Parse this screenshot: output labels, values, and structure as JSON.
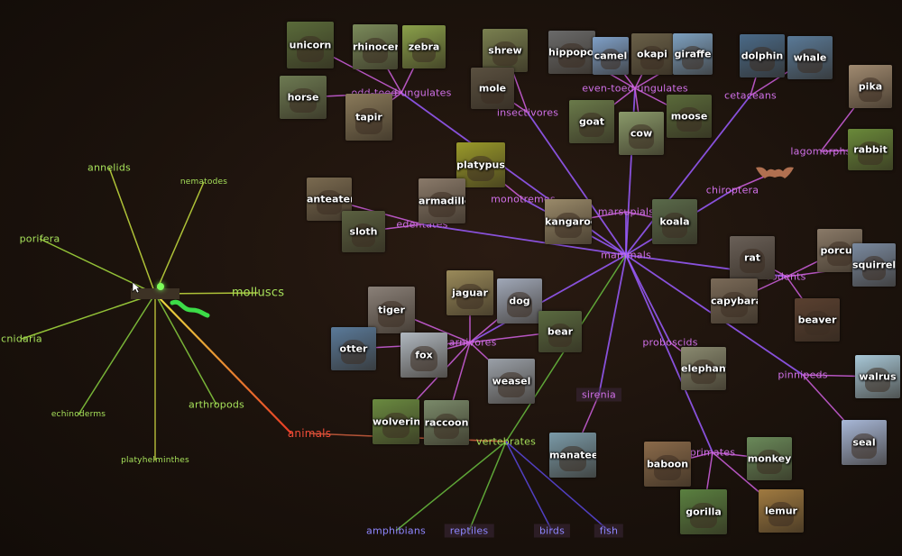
{
  "thumbnails": [
    {
      "id": "unicorn",
      "label": "unicorn",
      "color": "#5a6b3a"
    },
    {
      "id": "rhinoceros",
      "label": "rhinoceros",
      "color": "#7a8a5a"
    },
    {
      "id": "zebra",
      "label": "zebra",
      "color": "#8aa04a"
    },
    {
      "id": "horse",
      "label": "horse",
      "color": "#6d7a52"
    },
    {
      "id": "tapir",
      "label": "tapir",
      "color": "#8a7a5a"
    },
    {
      "id": "shrew",
      "label": "shrew",
      "color": "#7a8050"
    },
    {
      "id": "mole",
      "label": "mole",
      "color": "#5a5040"
    },
    {
      "id": "hippopotamus",
      "label": "hippopotamus",
      "color": "#6a6a6a"
    },
    {
      "id": "camel",
      "label": "camel",
      "color": "#7fa0c8"
    },
    {
      "id": "okapi",
      "label": "okapi",
      "color": "#6a6048"
    },
    {
      "id": "giraffe",
      "label": "giraffe",
      "color": "#7da0c0"
    },
    {
      "id": "dolphin",
      "label": "dolphin",
      "color": "#4a6a88"
    },
    {
      "id": "whale",
      "label": "whale",
      "color": "#5a7a98"
    },
    {
      "id": "pika",
      "label": "pika",
      "color": "#a08a70"
    },
    {
      "id": "goat",
      "label": "goat",
      "color": "#6a7a4a"
    },
    {
      "id": "cow",
      "label": "cow",
      "color": "#8a9a6a"
    },
    {
      "id": "moose",
      "label": "moose",
      "color": "#5a6a3a"
    },
    {
      "id": "rabbit",
      "label": "rabbit",
      "color": "#6a8a3a"
    },
    {
      "id": "platypus",
      "label": "platypus",
      "color": "#9a9a2a"
    },
    {
      "id": "anteater",
      "label": "anteater",
      "color": "#7a6a50"
    },
    {
      "id": "armadillo",
      "label": "armadillo",
      "color": "#8a7a6a"
    },
    {
      "id": "sloth",
      "label": "sloth",
      "color": "#5a6040"
    },
    {
      "id": "kangaroo",
      "label": "kangaroo",
      "color": "#9a8a6a"
    },
    {
      "id": "koala",
      "label": "koala",
      "color": "#5a6a4a"
    },
    {
      "id": "rat",
      "label": "rat",
      "color": "#6a6058"
    },
    {
      "id": "porcupine",
      "label": "porcup",
      "color": "#8a7a68"
    },
    {
      "id": "squirrel",
      "label": "squirrel",
      "color": "#7a8aa0"
    },
    {
      "id": "capybara",
      "label": "capybara",
      "color": "#7a6a58"
    },
    {
      "id": "beaver",
      "label": "beaver",
      "color": "#5a4030"
    },
    {
      "id": "jaguar",
      "label": "jaguar",
      "color": "#9a8a5a"
    },
    {
      "id": "dog",
      "label": "dog",
      "color": "#a0a8b8"
    },
    {
      "id": "tiger",
      "label": "tiger",
      "color": "#8a8078"
    },
    {
      "id": "otter",
      "label": "otter",
      "color": "#5a7a9a"
    },
    {
      "id": "fox",
      "label": "fox",
      "color": "#b0b8c0"
    },
    {
      "id": "bear",
      "label": "bear",
      "color": "#5a6a40"
    },
    {
      "id": "weasel",
      "label": "weasel",
      "color": "#9aa0a8"
    },
    {
      "id": "elephant",
      "label": "elephant",
      "color": "#8a8a70"
    },
    {
      "id": "walrus",
      "label": "walrus",
      "color": "#a8c8d8"
    },
    {
      "id": "wolverine",
      "label": "wolverine",
      "color": "#6a8a40"
    },
    {
      "id": "raccoon",
      "label": "raccoon",
      "color": "#7a8a6a"
    },
    {
      "id": "manatee",
      "label": "manatee",
      "color": "#7a9aa8"
    },
    {
      "id": "seal",
      "label": "seal",
      "color": "#a8b8d8"
    },
    {
      "id": "baboon",
      "label": "baboon",
      "color": "#8a6a4a"
    },
    {
      "id": "monkey",
      "label": "monkey",
      "color": "#6a8a5a"
    },
    {
      "id": "gorilla",
      "label": "gorilla",
      "color": "#5a8040"
    },
    {
      "id": "lemur",
      "label": "lemur",
      "color": "#a07a40"
    }
  ],
  "labels": [
    {
      "id": "annelids",
      "text": "annelids",
      "style": "green"
    },
    {
      "id": "nematodes",
      "text": "nematodes",
      "style": "green small"
    },
    {
      "id": "porifera",
      "text": "porifera",
      "style": "green"
    },
    {
      "id": "molluscs",
      "text": "molluscs",
      "style": "green big"
    },
    {
      "id": "cnidaria",
      "text": "cnidaria",
      "style": "green"
    },
    {
      "id": "echinoderms",
      "text": "echinoderms",
      "style": "green small"
    },
    {
      "id": "arthropods",
      "text": "arthropods",
      "style": "green"
    },
    {
      "id": "platyhelminthes",
      "text": "platyhelminthes",
      "style": "green small"
    },
    {
      "id": "animals",
      "text": "animals",
      "style": "red"
    },
    {
      "id": "oddtoed",
      "text": "odd-toed ungulates",
      "style": "purple small"
    },
    {
      "id": "eventoed",
      "text": "even-toed ungulates",
      "style": "purple small"
    },
    {
      "id": "insectivores",
      "text": "insectivores",
      "style": "purple"
    },
    {
      "id": "cetaceans",
      "text": "cetaceans",
      "style": "purple"
    },
    {
      "id": "lagomorphs",
      "text": "lagomorphs",
      "style": "purple"
    },
    {
      "id": "chiroptera",
      "text": "chiroptera",
      "style": "purple"
    },
    {
      "id": "monotremes",
      "text": "monotremes",
      "style": "purple"
    },
    {
      "id": "marsupials",
      "text": "marsupials",
      "style": "purple"
    },
    {
      "id": "edentates",
      "text": "edentates",
      "style": "purple"
    },
    {
      "id": "mammals",
      "text": "mammals",
      "style": "purple"
    },
    {
      "id": "rodents",
      "text": "rodents",
      "style": "purple"
    },
    {
      "id": "carnivores",
      "text": "carnivores",
      "style": "purple"
    },
    {
      "id": "proboscids",
      "text": "proboscids",
      "style": "purple"
    },
    {
      "id": "pinnipeds",
      "text": "pinnipeds",
      "style": "purple"
    },
    {
      "id": "sirenia",
      "text": "sirenia",
      "style": "purple boxed"
    },
    {
      "id": "primates",
      "text": "primates",
      "style": "purple"
    },
    {
      "id": "vertebrates",
      "text": "vertebrates",
      "style": "green"
    },
    {
      "id": "amphibians",
      "text": "amphibians",
      "style": "blue"
    },
    {
      "id": "reptiles",
      "text": "reptiles",
      "style": "blue boxed"
    },
    {
      "id": "birds",
      "text": "birds",
      "style": "blue boxed"
    },
    {
      "id": "fish",
      "text": "fish",
      "style": "blue boxed"
    }
  ],
  "icons": {
    "bat": "bat-icon",
    "cursor": "cursor-icon",
    "selection": "selection-dot-icon",
    "trail": "trail-squiggle-icon"
  },
  "colors": {
    "background": "#1b120c",
    "edge_invertebrate": "#c8e040",
    "edge_animals": "#e84a2a",
    "edge_mammal": "#9a5cff",
    "edge_order": "#d060e0",
    "edge_vertebrate": "#6ac040",
    "edge_class": "#5a48e0",
    "label_green": "#a6e05a",
    "label_purple": "#d070e8",
    "label_blue": "#8e86ff",
    "label_red": "#f04c38"
  }
}
